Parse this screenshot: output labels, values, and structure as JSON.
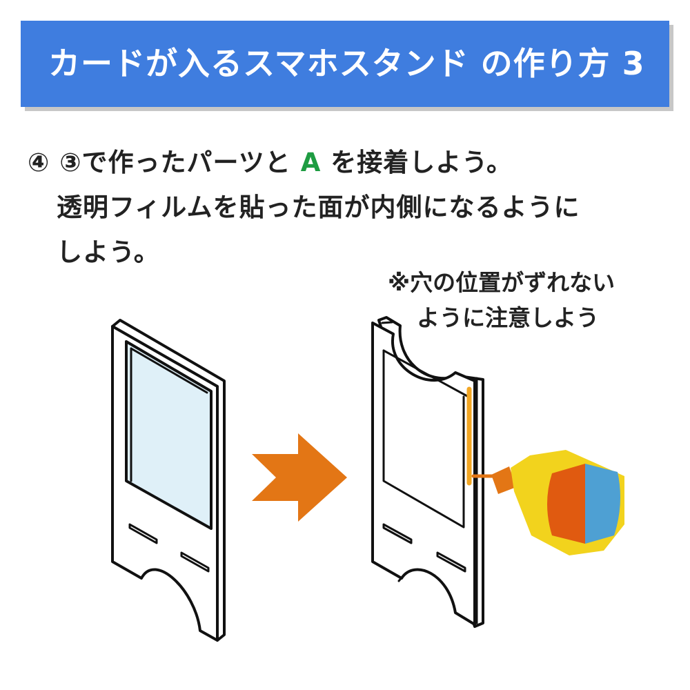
{
  "title": "カードが入るスマホスタンド の作り方 3",
  "instruction": {
    "step_marker": "④",
    "ref_marker": "③",
    "line1_before": "で作ったパーツと",
    "part_name": "A",
    "line1_after": "を接着しよう。",
    "line2": "透明フィルムを貼った面が内側になるように",
    "line3": "しよう。"
  },
  "note": {
    "line1": "※穴の位置がずれない",
    "line2": "ように注意しよう"
  },
  "colors": {
    "banner": "#3f7ddf",
    "accent_green": "#1e9c42",
    "arrow_orange": "#e37615",
    "film_blue": "#dff0f8",
    "glue_yellow": "#f2d31d",
    "label_orange": "#e05a10",
    "label_blue": "#4ea0d3"
  },
  "icons": [
    "right-arrow-icon",
    "glue-bottle-icon"
  ]
}
